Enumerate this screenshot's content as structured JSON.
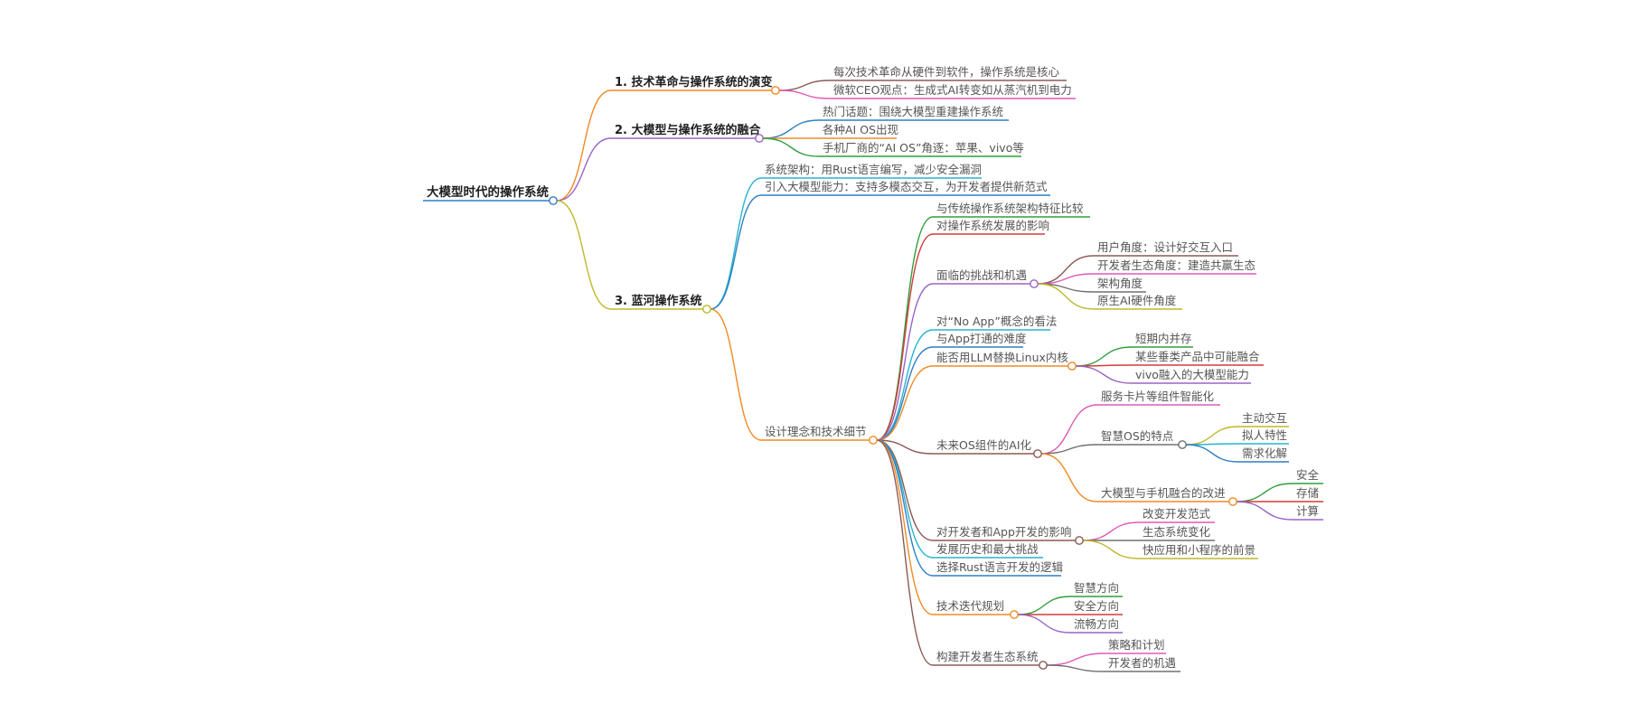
{
  "root": {
    "text": "大模型时代的操作系统"
  },
  "palette": {
    "orange": "#f08a24",
    "purple": "#9b63c4",
    "olive": "#c0b829",
    "pink": "#e05ab6",
    "blue": "#2d7fc4",
    "teal": "#27b4cf",
    "green": "#2e9f3b",
    "red": "#d63a3a",
    "brown": "#8b5a55",
    "gray": "#707070"
  },
  "sections": [
    {
      "text": "1. 技术革命与操作系统的演变",
      "color": "orange",
      "children": [
        {
          "text": "每次技术革命从硬件到软件，操作系统是核心",
          "color": "brown"
        },
        {
          "text": "微软CEO观点：生成式AI转变如从蒸汽机到电力",
          "color": "pink"
        }
      ]
    },
    {
      "text": "2. 大模型与操作系统的融合",
      "color": "purple",
      "children": [
        {
          "text": "热门话题：围绕大模型重建操作系统",
          "color": "blue"
        },
        {
          "text": "各种AI OS出现",
          "color": "orange"
        },
        {
          "text": "手机厂商的“AI OS”角逐：苹果、vivo等",
          "color": "green"
        }
      ]
    },
    {
      "text": "3. 蓝河操作系统",
      "color": "olive",
      "children": [
        {
          "text": "系统架构：用Rust语言编写，减少安全漏洞",
          "color": "teal"
        },
        {
          "text": "引入大模型能力：支持多模态交互，为开发者提供新范式",
          "color": "blue"
        },
        {
          "text": "设计理念和技术细节",
          "color": "orange",
          "children": [
            {
              "text": "与传统操作系统架构特征比较",
              "color": "green"
            },
            {
              "text": "对操作系统发展的影响",
              "color": "red"
            },
            {
              "text": "面临的挑战和机遇",
              "color": "purple",
              "children": [
                {
                  "text": "用户角度：设计好交互入口",
                  "color": "brown"
                },
                {
                  "text": "开发者生态角度：建造共赢生态",
                  "color": "pink"
                },
                {
                  "text": "架构角度",
                  "color": "gray"
                },
                {
                  "text": "原生AI硬件角度",
                  "color": "olive"
                }
              ]
            },
            {
              "text": "对“No App”概念的看法",
              "color": "teal"
            },
            {
              "text": "与App打通的难度",
              "color": "blue"
            },
            {
              "text": "能否用LLM替换Linux内核",
              "color": "orange",
              "children": [
                {
                  "text": "短期内并存",
                  "color": "green"
                },
                {
                  "text": "某些垂类产品中可能融合",
                  "color": "red"
                },
                {
                  "text": "vivo融入的大模型能力",
                  "color": "purple"
                }
              ]
            },
            {
              "text": "未来OS组件的AI化",
              "color": "brown",
              "children": [
                {
                  "text": "服务卡片等组件智能化",
                  "color": "pink"
                },
                {
                  "text": "智慧OS的特点",
                  "color": "gray",
                  "children": [
                    {
                      "text": "主动交互",
                      "color": "olive"
                    },
                    {
                      "text": "拟人特性",
                      "color": "teal"
                    },
                    {
                      "text": "需求化解",
                      "color": "blue"
                    }
                  ]
                },
                {
                  "text": "大模型与手机融合的改进",
                  "color": "orange",
                  "children": [
                    {
                      "text": "安全",
                      "color": "green"
                    },
                    {
                      "text": "存储",
                      "color": "red"
                    },
                    {
                      "text": "计算",
                      "color": "purple"
                    }
                  ]
                }
              ]
            },
            {
              "text": "对开发者和App开发的影响",
              "color": "brown",
              "children": [
                {
                  "text": "改变开发范式",
                  "color": "pink"
                },
                {
                  "text": "生态系统变化",
                  "color": "gray"
                },
                {
                  "text": "快应用和小程序的前景",
                  "color": "olive"
                }
              ]
            },
            {
              "text": "发展历史和最大挑战",
              "color": "teal"
            },
            {
              "text": "选择Rust语言开发的逻辑",
              "color": "blue"
            },
            {
              "text": "技术迭代规划",
              "color": "orange",
              "children": [
                {
                  "text": "智慧方向",
                  "color": "green"
                },
                {
                  "text": "安全方向",
                  "color": "red"
                },
                {
                  "text": "流畅方向",
                  "color": "purple"
                }
              ]
            },
            {
              "text": "构建开发者生态系统",
              "color": "brown",
              "children": [
                {
                  "text": "策略和计划",
                  "color": "pink"
                },
                {
                  "text": "开发者的机遇",
                  "color": "gray"
                }
              ]
            }
          ]
        }
      ]
    }
  ]
}
